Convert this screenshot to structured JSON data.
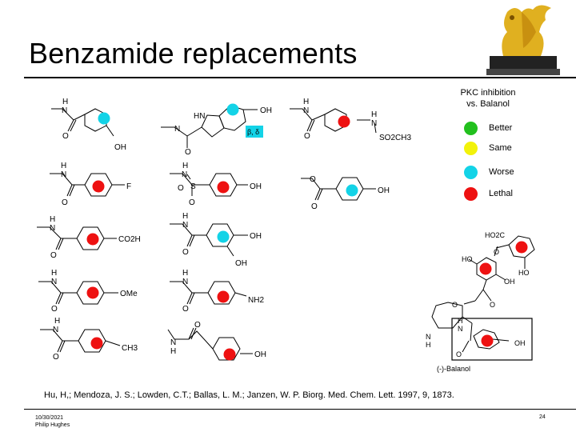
{
  "slide": {
    "title": "Benzamide replacements",
    "citation": "Hu, H,; Mendoza, J. S.; Lowden, C.T.; Ballas, L. M.; Janzen, W. P. Biorg. Med. Chem. Lett. 1997, 9, 1873.",
    "date": "10/30/2021",
    "author": "Philip Hughes",
    "page_number": "24"
  },
  "legend": {
    "title_line1": "PKC inhibition",
    "title_line2": "vs. Balanol",
    "items": [
      {
        "label": "Better",
        "color": "#22c01e"
      },
      {
        "label": "Same",
        "color": "#f2f20a"
      },
      {
        "label": "Worse",
        "color": "#13d3e7"
      },
      {
        "label": "Lethal",
        "color": "#ee1111"
      }
    ]
  },
  "colors": {
    "better": "#22c01e",
    "same": "#f2f20a",
    "worse": "#13d3e7",
    "lethal": "#ee1111"
  },
  "molecules": {
    "m1_h": "H",
    "m1_n": "N",
    "m1_o": "O",
    "m1_oh": "OH",
    "m2_hn": "HN",
    "m2_oh": "OH",
    "m2_n": "N",
    "m2_o": "O",
    "m2_badge": "β, δ",
    "m3_h": "H",
    "m3_n": "N",
    "m3_o": "O",
    "m3_hn_h": "H",
    "m3_hn_n": "N",
    "m3_so2": "SO2CH3",
    "m4_h": "H",
    "m4_n": "N",
    "m4_o": "O",
    "m4_f": "F",
    "m5_h": "H",
    "m5_n": "N",
    "m5_s": "S",
    "m5_o1": "O",
    "m5_o2": "O",
    "m5_oh": "OH",
    "m6_o": "O",
    "m6_o2": "O",
    "m6_oh": "OH",
    "m7_h": "H",
    "m7_n": "N",
    "m7_o": "O",
    "m7_co2h": "CO2H",
    "m8_h": "H",
    "m8_n": "N",
    "m8_o": "O",
    "m8_oh1": "OH",
    "m8_oh2": "OH",
    "m9_h": "H",
    "m9_n": "N",
    "m9_o": "O",
    "m9_ome": "OMe",
    "m10_h": "H",
    "m10_n": "N",
    "m10_o": "O",
    "m10_nh2": "NH2",
    "m11_h": "H",
    "m11_n": "N",
    "m11_o": "O",
    "m11_ch3": "CH3",
    "m12_n": "N",
    "m12_h": "H",
    "m12_o": "O",
    "m12_oh": "OH",
    "bal_ho2c": "HO2C",
    "bal_ho": "HO",
    "bal_o": "O",
    "bal_ho2": "HO",
    "bal_oh": "OH",
    "bal_o2": "O",
    "bal_o3": "O",
    "bal_n": "N",
    "bal_h": "H",
    "bal_h2": "H",
    "bal_n2": "N",
    "bal_o4": "O",
    "bal_oh2": "OH",
    "bal_name": "(-)-Balanol"
  }
}
